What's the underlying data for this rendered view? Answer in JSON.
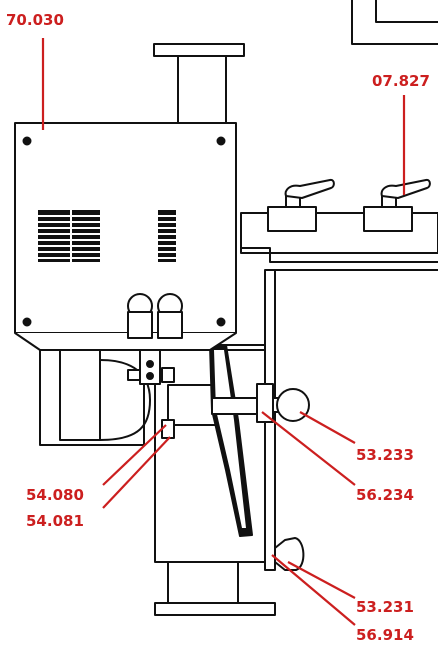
{
  "diagram": {
    "callout_color": "#cc1f1f",
    "line_color": "#111111",
    "callouts": [
      {
        "id": "housing-top",
        "label": "70.030"
      },
      {
        "id": "lever-right",
        "label": "07.827"
      },
      {
        "id": "knob-upper-a",
        "label": "53.233"
      },
      {
        "id": "rod-upper",
        "label": "56.234"
      },
      {
        "id": "clamp-left-a",
        "label": "54.080"
      },
      {
        "id": "clamp-left-b",
        "label": "54.081"
      },
      {
        "id": "knob-lower",
        "label": "53.231"
      },
      {
        "id": "base-lower",
        "label": "56.914"
      }
    ]
  }
}
